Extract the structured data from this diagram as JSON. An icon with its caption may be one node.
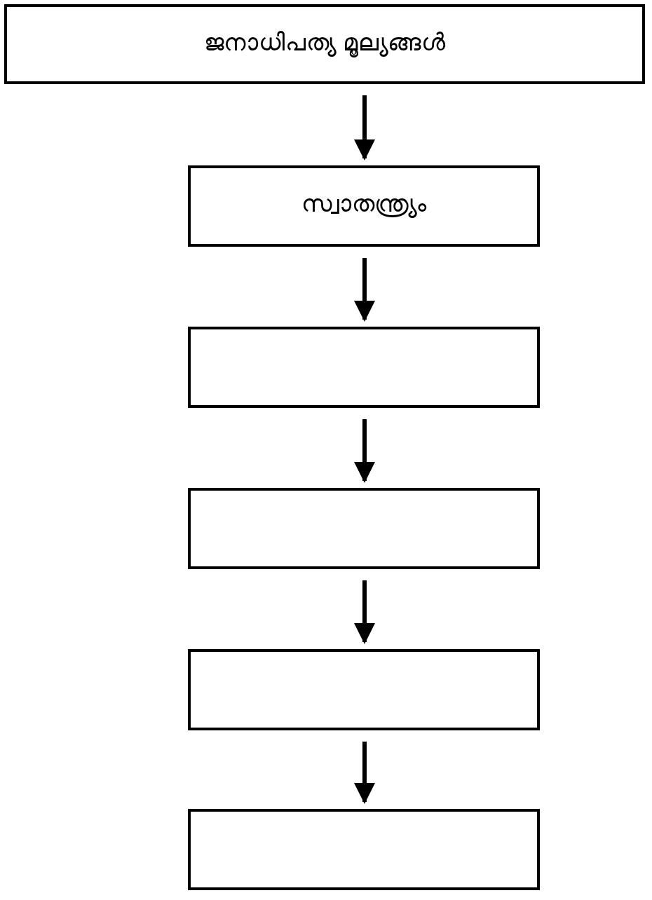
{
  "diagram": {
    "nodes": [
      {
        "text": [
          "ജനാധിപത്യ മൂല്യങ്ങൾ"
        ]
      },
      {
        "text": [
          "സ്വാതന്ത്ര്യം"
        ]
      },
      {
        "text": [],
        "shape": "box"
      },
      {
        "text": [],
        "shape": "box"
      },
      {
        "text": [],
        "shape": "box"
      },
      {
        "text": [],
        "shape": "box"
      }
    ],
    "edges": [
      {
        "from": 0,
        "to": 1,
        "arrow": "to"
      },
      {
        "from": 1,
        "to": 2,
        "arrow": "to"
      },
      {
        "from": 2,
        "to": 3,
        "arrow": "to"
      },
      {
        "from": 3,
        "to": 4,
        "arrow": "to"
      },
      {
        "from": 4,
        "to": 5,
        "arrow": "to"
      }
    ]
  }
}
